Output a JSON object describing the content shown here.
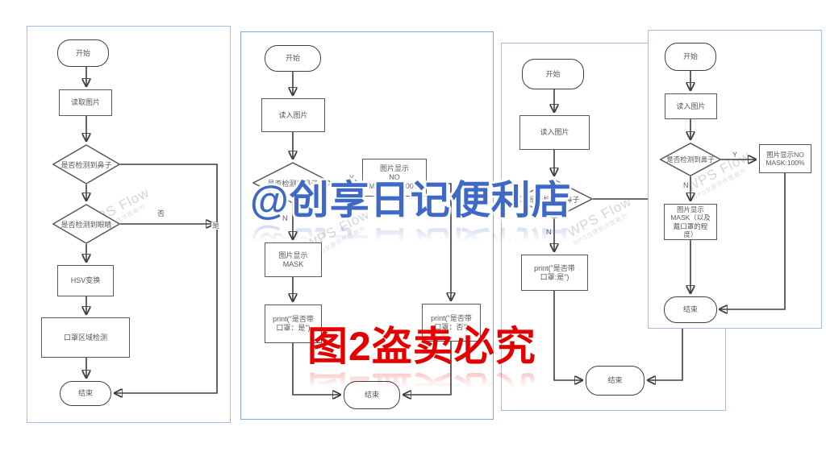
{
  "watermarks": {
    "wps": {
      "title": "WPS Flow",
      "subtitle": "WPS仅提供作图能力"
    },
    "blue_text": "@创享日记便利店",
    "red_text": "图2盗卖必究"
  },
  "colors": {
    "panel_border": "#9fbde4",
    "node_stroke": "#595959",
    "connector": "#3f3f3f",
    "blue_watermark": "#3e6ac5",
    "red_watermark": "#e50000"
  },
  "panel1": {
    "start": "开始",
    "read": "读取图片",
    "nose": "是否检测到鼻子",
    "eyes": "是否检测到眼睛",
    "no": "否",
    "yes": "是",
    "hsv": "HSV变换",
    "mask_region": "口罩区域检测",
    "end": "结束"
  },
  "panel2": {
    "start": "开始",
    "read": "读入图片",
    "nose": "是否检测到鼻子",
    "y": "Y",
    "n": "N",
    "nomask": [
      "图片显示",
      "NO",
      "MASK:100:00%"
    ],
    "mask": [
      "图片显示",
      "MASK"
    ],
    "print_yes": [
      "print(\"是否带",
      "口罩：是\")"
    ],
    "print_no": [
      "print(\"是否带",
      "口罩：否\")"
    ],
    "end": "结束"
  },
  "panel3": {
    "start": "开始",
    "read": "读入图片",
    "nose": "是否检测到鼻子",
    "n": "N",
    "print_yes": [
      "print(\"是否带",
      "口罩:是\")"
    ],
    "end": "结束"
  },
  "panel4": {
    "start": "开始",
    "read": "读入图片",
    "nose": "是否检测到鼻子",
    "y": "Y",
    "n": "N",
    "nomask": [
      "图片显示NO",
      "MASK:100%"
    ],
    "mask": [
      "图片显示",
      "MASK（以及",
      "戴口罩的程",
      "度）"
    ],
    "end": "结束"
  }
}
